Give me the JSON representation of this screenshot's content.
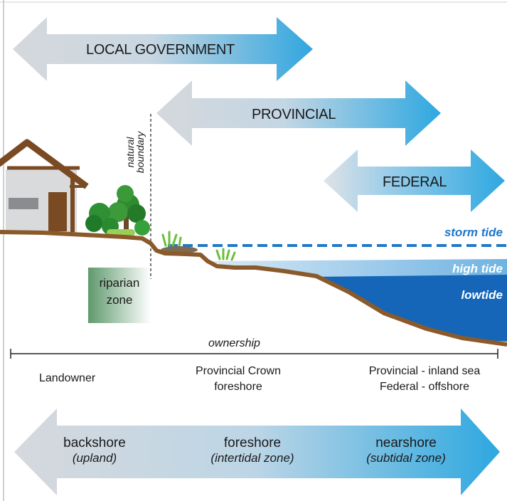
{
  "jurisdiction": {
    "local": "LOCAL GOVERNMENT",
    "provincial": "PROVINCIAL",
    "federal": "FEDERAL"
  },
  "boundary": {
    "line1": "natural",
    "line2": "boundary"
  },
  "riparian": {
    "line1": "riparian",
    "line2": "zone"
  },
  "tides": {
    "storm": "storm tide",
    "high": "high tide",
    "low": "lowtide"
  },
  "ownership": {
    "title": "ownership",
    "landowner": "Landowner",
    "crown_line1": "Provincial Crown",
    "crown_line2": "foreshore",
    "sea_line1": "Provincial - inland sea",
    "sea_line2": "Federal - offshore"
  },
  "zones": {
    "backshore": "backshore",
    "backshore_sub": "(upland)",
    "foreshore": "foreshore",
    "foreshore_sub": "(intertidal zone)",
    "nearshore": "nearshore",
    "nearshore_sub": "(subtidal zone)"
  },
  "colors": {
    "arrow_grey": "#d3d6da",
    "arrow_blue": "#2ea8e0",
    "ground": "#8b5a2b",
    "low_tide_water": "#1565b8",
    "high_tide_water": "#9fcbe8",
    "storm_tide_line": "#1f78c9",
    "vegetation": "#2e8b2e"
  }
}
